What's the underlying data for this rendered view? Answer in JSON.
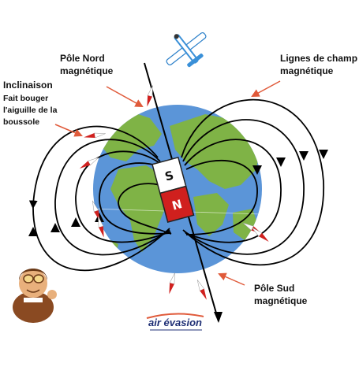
{
  "labels": {
    "north_pole": [
      "Pôle Nord",
      "magnétique"
    ],
    "field_lines": [
      "Lignes de champ",
      "magnétique"
    ],
    "inclination_title": "Inclinaison",
    "inclination_desc": [
      "Fait bouger",
      "l'aiguille de la",
      "boussole"
    ],
    "south_pole": [
      "Pôle Sud",
      "magnétique"
    ]
  },
  "magnet": {
    "top": "S",
    "bottom": "N"
  },
  "logo": {
    "text": "air évasion"
  },
  "colors": {
    "ocean": "#5b95d8",
    "land": "#7fb346",
    "magnet_north": "#d0201e",
    "magnet_south": "#ffffff",
    "callout_arrow": "#e05a3a",
    "field_line": "#000000"
  },
  "icons": [
    "airplane-icon",
    "pilot-mascot-icon",
    "compass-needle-icon"
  ]
}
